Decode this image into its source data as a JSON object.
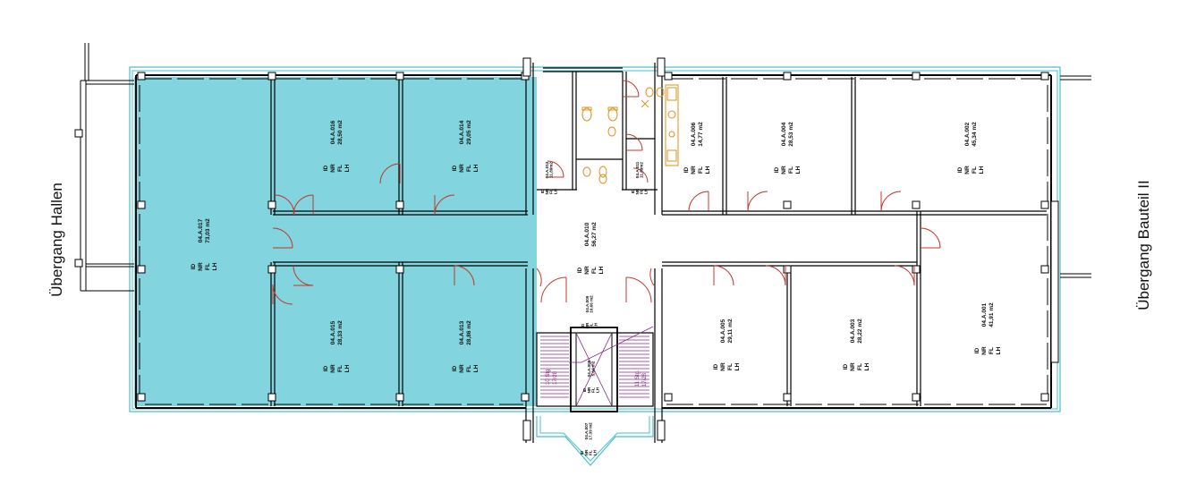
{
  "labels": {
    "left": "Übergang Hallen",
    "right": "Übergang Bauteil II"
  },
  "attributes": [
    "ID",
    "NR",
    "FL",
    "LH"
  ],
  "rooms": [
    {
      "id": "04.A.017",
      "area": "73,03 m2"
    },
    {
      "id": "04.A.016",
      "area": "28,50 m2"
    },
    {
      "id": "04.A.014",
      "area": "29,05 m2"
    },
    {
      "id": "04.A.015",
      "area": "28,33 m2"
    },
    {
      "id": "04.A.013",
      "area": "28,86 m2"
    },
    {
      "id": "04.A.012",
      "area": "11,89m2"
    },
    {
      "id": "04.A.011",
      "area": "11,89m2"
    },
    {
      "id": "04.A.010",
      "area": "56,27 m2"
    },
    {
      "id": "04.A.009",
      "area": "10,66 m2"
    },
    {
      "id": "04.A.008",
      "area": "5,04 m2"
    },
    {
      "id": "04.A.007",
      "area": "17,39 m2"
    },
    {
      "id": "04.A.006",
      "area": "14,77 m2"
    },
    {
      "id": "04.A.004",
      "area": "28,53 m2"
    },
    {
      "id": "04.A.002",
      "area": "45,34 m2"
    },
    {
      "id": "04.A.005",
      "area": "29,11 m2"
    },
    {
      "id": "04.A.003",
      "area": "28,22 m2"
    },
    {
      "id": "04.A.001",
      "area": "41,91 m2"
    }
  ],
  "stairs": [
    {
      "steps": "10 Stg.",
      "ratio": "17/28"
    },
    {
      "steps": "11 Stg.",
      "ratio": "17/28"
    }
  ],
  "colors": {
    "highlight": "#82d5de",
    "wall": "#000000",
    "door": "#c0392b",
    "sanitary": "#e0901a",
    "stair": "#8a2a8a",
    "facade": "#48bfcc"
  }
}
